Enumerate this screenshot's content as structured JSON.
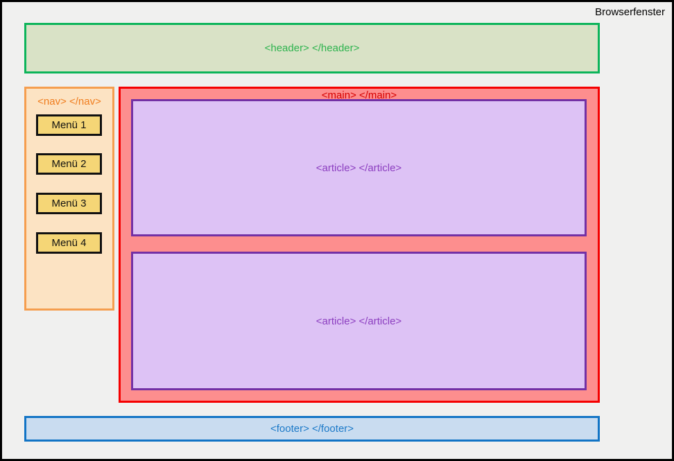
{
  "window": {
    "title": "Browserfenster"
  },
  "header": {
    "label": "<header> </header>",
    "border_color": "#0cb45a",
    "fill_color": "#d9e2c6",
    "text_color": "#2eb34e"
  },
  "nav": {
    "label": "<nav> </nav>",
    "border_color": "#f59e4f",
    "fill_color": "#fce3c3",
    "text_color": "#f07d1e",
    "menu_items": [
      "Menü 1",
      "Menü 2",
      "Menü 3",
      "Menü 4"
    ],
    "menu_button_fill": "#f5d676",
    "menu_button_border": "#111111"
  },
  "main": {
    "label": "<main> </main>",
    "border_color": "#f50000",
    "fill_color": "#fd8e8e",
    "text_color": "#d60000",
    "articles": [
      {
        "label": "<article> </article>"
      },
      {
        "label": "<article> </article>"
      }
    ],
    "article_border_color": "#7330a5",
    "article_fill_color": "#ddc2f5",
    "article_text_color": "#8c3fc0"
  },
  "footer": {
    "label": "<footer> </footer>",
    "border_color": "#1274c5",
    "fill_color": "#c9dcf0",
    "text_color": "#1b79c8"
  },
  "background_color": "#f0f0ef"
}
